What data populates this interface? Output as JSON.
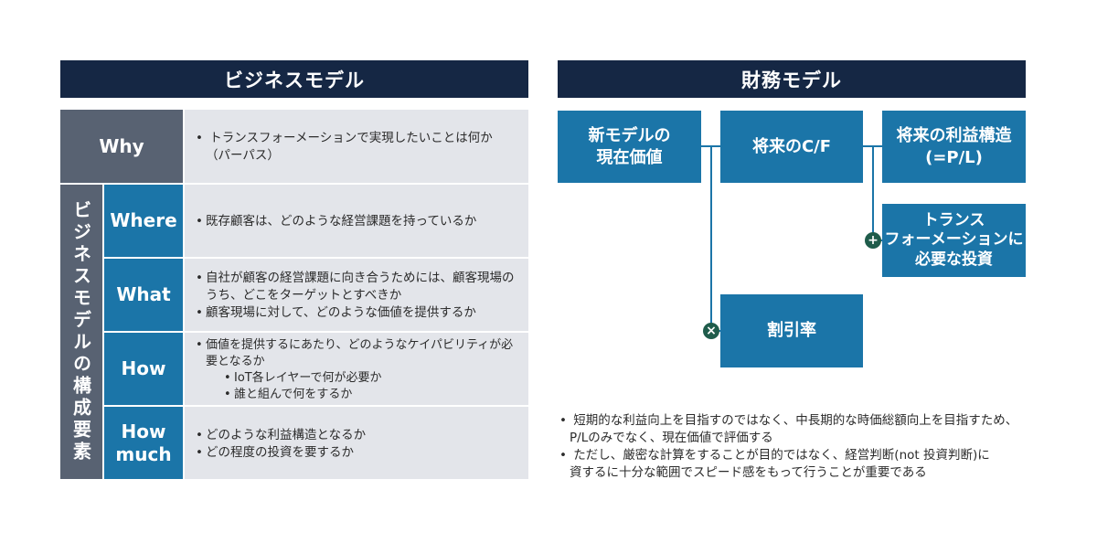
{
  "business_model": {
    "header": "ビジネスモデル",
    "why": {
      "label": "Why",
      "lines": [
        "トランスフォーメーションで実現したいことは何か",
        "（パーパス）"
      ]
    },
    "components_label": "ビジネスモデルの構成要素",
    "where": {
      "label": "Where",
      "bullets": [
        "既存顧客は、どのような経営課題を持っているか"
      ]
    },
    "what": {
      "label": "What",
      "bullets": [
        "自社が顧客の経営課題に向き合うためには、顧客現場のうち、どこをターゲットとすべきか",
        "顧客現場に対して、どのような価値を提供するか"
      ]
    },
    "how": {
      "label": "How",
      "bullets": [
        "価値を提供するにあたり、どのようなケイパビリティが必要となるか"
      ],
      "sub_bullets": [
        "IoT各レイヤーで何が必要か",
        "誰と組んで何をするか"
      ]
    },
    "how_much": {
      "label_line1": "How",
      "label_line2": "much",
      "bullets": [
        "どのような利益構造となるか",
        "どの程度の投資を要するか"
      ]
    }
  },
  "financial_model": {
    "header": "財務モデル",
    "new_model_value": {
      "line1": "新モデルの",
      "line2": "現在価値"
    },
    "future_cf": "将来のC/F",
    "future_profit": {
      "line1": "将来の利益構造",
      "line2": "(=P/L)"
    },
    "investment": {
      "line1": "トランス",
      "line2": "フォーメーションに",
      "line3": "必要な投資"
    },
    "discount_rate": "割引率",
    "plus_symbol": "+",
    "times_symbol": "×",
    "notes": [
      {
        "line1": "短期的な利益向上を目指すのではなく、中長期的な時価総額向上を目指すため、",
        "line2": "P/Lのみでなく、現在価値で評価する"
      },
      {
        "line1": "ただし、厳密な計算をすることが目的ではなく、経営判断(not 投資判断)に",
        "line2": "資するに十分な範囲でスピード感をもって行うことが重要である"
      }
    ]
  },
  "colors": {
    "navy": "#152744",
    "slate": "#586272",
    "blue": "#1b75a8",
    "light_gray": "#e3e5ea",
    "operator_green": "#1f5c4b"
  }
}
